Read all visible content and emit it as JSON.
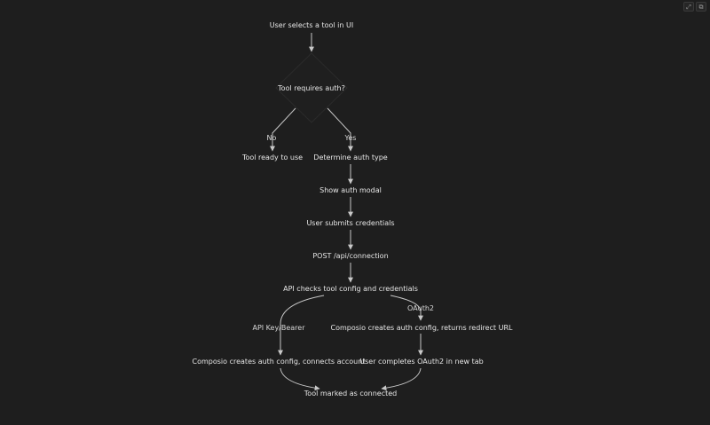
{
  "toolbar": {
    "icons": [
      "expand-icon",
      "copy-icon"
    ],
    "expand_glyph": "⤢",
    "copy_glyph": "⧉"
  },
  "colors": {
    "background": "#1e1e1e",
    "edge": "#c8c8c8",
    "text": "#e6e6e6"
  },
  "flowchart": {
    "nodes": {
      "select_tool": "User selects a tool in UI",
      "requires_auth": "Tool requires auth?",
      "tool_ready": "Tool ready to use",
      "determine_auth": "Determine auth type",
      "show_modal": "Show auth modal",
      "submit_credentials": "User submits credentials",
      "post_connection": "POST /api/connection",
      "api_checks": "API checks tool config and credentials",
      "composio_redirect": "Composio creates auth config, returns redirect URL",
      "composio_connect": "Composio creates auth config, connects account",
      "oauth_new_tab": "User completes OAuth2 in new tab",
      "marked_connected": "Tool marked as connected"
    },
    "edges": {
      "no": "No",
      "yes": "Yes",
      "oauth2": "OAuth2",
      "api_key_bearer": "API Key/Bearer"
    }
  }
}
